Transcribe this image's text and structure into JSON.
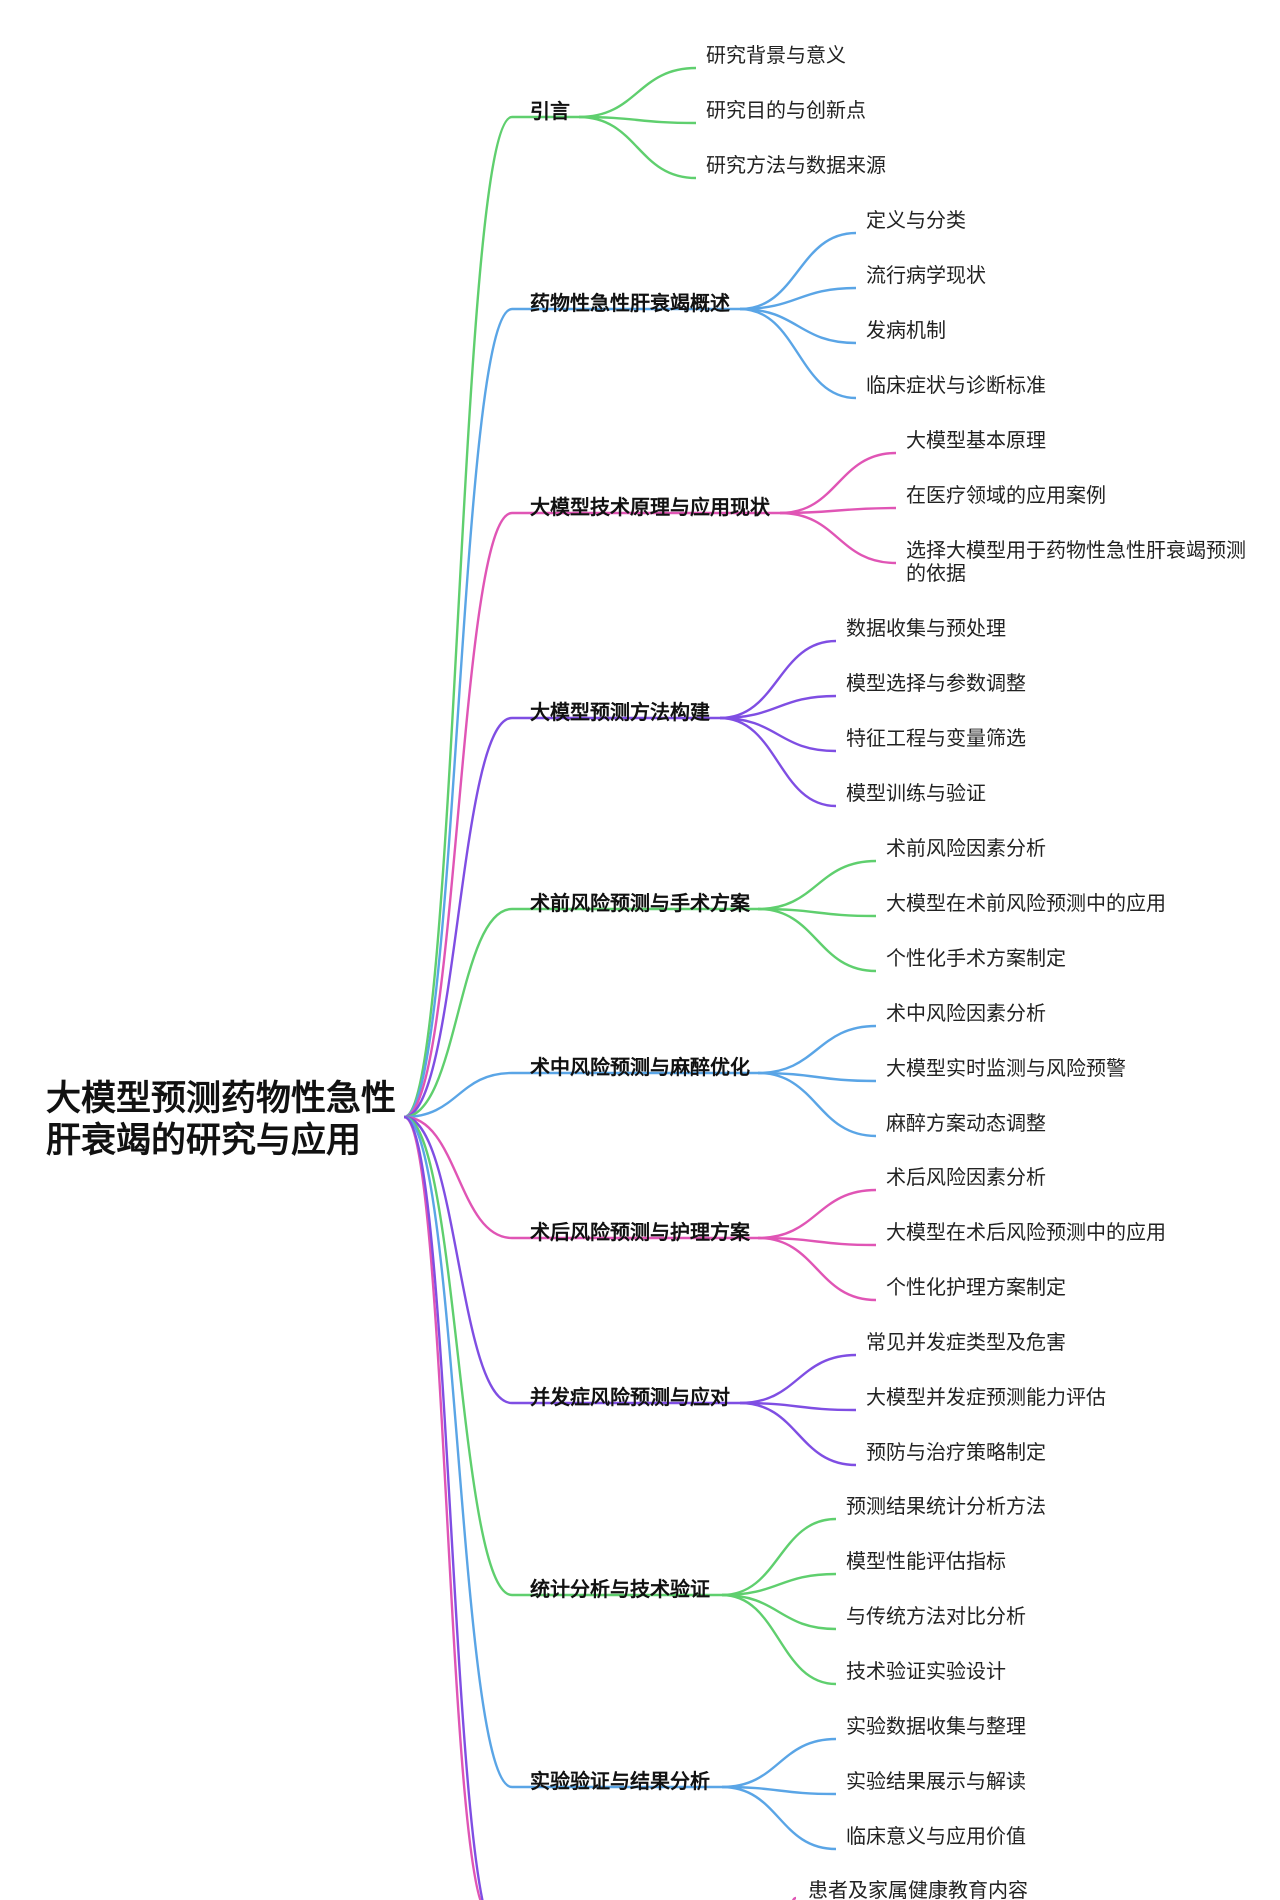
{
  "root": {
    "lines": [
      "大模型预测药物性急性",
      "肝衰竭的研究与应用"
    ]
  },
  "branches": [
    {
      "label": "引言",
      "color": "#5fcf6e",
      "children": [
        [
          "研究背景与意义"
        ],
        [
          "研究目的与创新点"
        ],
        [
          "研究方法与数据来源"
        ]
      ]
    },
    {
      "label": "药物性急性肝衰竭概述",
      "color": "#5aa5e6",
      "children": [
        [
          "定义与分类"
        ],
        [
          "流行病学现状"
        ],
        [
          "发病机制"
        ],
        [
          "临床症状与诊断标准"
        ]
      ]
    },
    {
      "label": "大模型技术原理与应用现状",
      "color": "#e055b5",
      "children": [
        [
          "大模型基本原理"
        ],
        [
          "在医疗领域的应用案例"
        ],
        [
          "选择大模型用于药物性急性肝衰竭预测",
          "的依据"
        ]
      ]
    },
    {
      "label": "大模型预测方法构建",
      "color": "#7f4ee3",
      "children": [
        [
          "数据收集与预处理"
        ],
        [
          "模型选择与参数调整"
        ],
        [
          "特征工程与变量筛选"
        ],
        [
          "模型训练与验证"
        ]
      ]
    },
    {
      "label": "术前风险预测与手术方案",
      "color": "#5fcf6e",
      "children": [
        [
          "术前风险因素分析"
        ],
        [
          "大模型在术前风险预测中的应用"
        ],
        [
          "个性化手术方案制定"
        ]
      ]
    },
    {
      "label": "术中风险预测与麻醉优化",
      "color": "#5aa5e6",
      "children": [
        [
          "术中风险因素分析"
        ],
        [
          "大模型实时监测与风险预警"
        ],
        [
          "麻醉方案动态调整"
        ]
      ]
    },
    {
      "label": "术后风险预测与护理方案",
      "color": "#e055b5",
      "children": [
        [
          "术后风险因素分析"
        ],
        [
          "大模型在术后风险预测中的应用"
        ],
        [
          "个性化护理方案制定"
        ]
      ]
    },
    {
      "label": "并发症风险预测与应对",
      "color": "#7f4ee3",
      "children": [
        [
          "常见并发症类型及危害"
        ],
        [
          "大模型并发症预测能力评估"
        ],
        [
          "预防与治疗策略制定"
        ]
      ]
    },
    {
      "label": "统计分析与技术验证",
      "color": "#5fcf6e",
      "children": [
        [
          "预测结果统计分析方法"
        ],
        [
          "模型性能评估指标"
        ],
        [
          "与传统方法对比分析"
        ],
        [
          "技术验证实验设计"
        ]
      ]
    },
    {
      "label": "实验验证与结果分析",
      "color": "#5aa5e6",
      "children": [
        [
          "实验数据收集与整理"
        ],
        [
          "实验结果展示与解读"
        ],
        [
          "临床意义与应用价值"
        ]
      ]
    }
  ],
  "partial_leaf": "患者及家属健康教育内容",
  "partial_branch_colors": [
    "#e055b5",
    "#7f4ee3"
  ]
}
